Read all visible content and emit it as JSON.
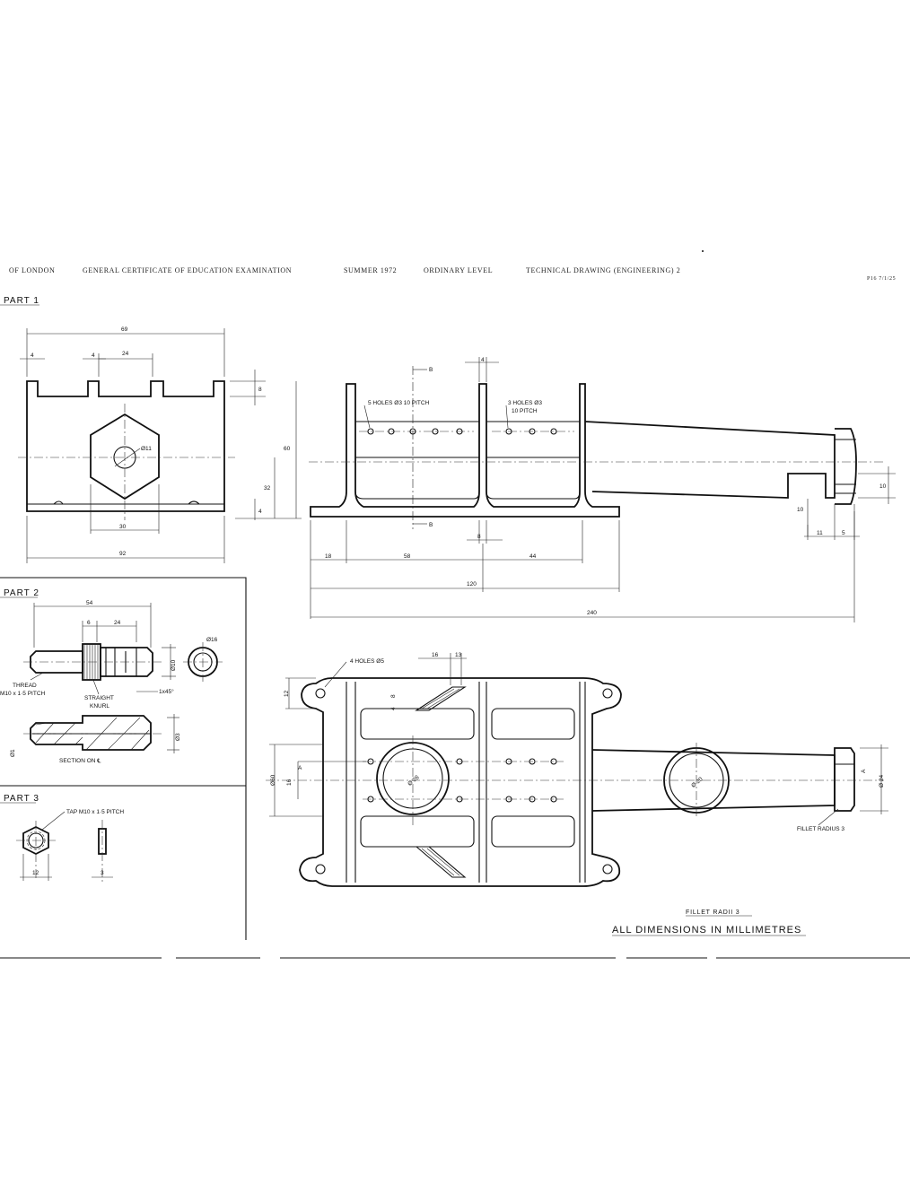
{
  "header": {
    "board": "OF LONDON",
    "exam": "GENERAL CERTIFICATE OF EDUCATION EXAMINATION",
    "session": "SUMMER 1972",
    "level": "ORDINARY LEVEL",
    "subject": "TECHNICAL DRAWING (ENGINEERING) 2",
    "code": "P16 7/1/25"
  },
  "part1": {
    "label": "PART 1",
    "dims": {
      "overall_top": "69",
      "slot_w1": "4",
      "slot_w2": "4",
      "slot_pitch": "24",
      "slot_depth": "8",
      "height": "60",
      "mid": "32",
      "base": "4",
      "hole": "Ø11",
      "hex": "30",
      "width": "92"
    }
  },
  "front": {
    "holes5": "5 HOLES Ø3  10 PITCH",
    "holes3": "3 HOLES  Ø3",
    "holes3_pitch": "10 PITCH",
    "section_mark": "B",
    "rib": "4",
    "rib_b": "8",
    "d18": "18",
    "d58": "58",
    "d44": "44",
    "d120": "120",
    "d240": "240",
    "d10a": "10",
    "d10b": "10",
    "d11": "11",
    "d5": "5"
  },
  "part2": {
    "label": "PART 2",
    "d54": "54",
    "d6": "6",
    "d24": "24",
    "d10": "Ø10",
    "d16": "Ø16",
    "thread": "THREAD",
    "thread_spec": "M10 x 1·5 PITCH",
    "knurl": "STRAIGHT",
    "knurl2": "KNURL",
    "chamfer": "1x45°",
    "d3": "Ø3",
    "d1": "Ø1",
    "section": "SECTION ON ℄"
  },
  "part3": {
    "label": "PART 3",
    "tap": "TAP M10 x 1·5 PITCH",
    "d12": "12",
    "d3": "3"
  },
  "plan": {
    "holes4": "4 HOLES  Ø5",
    "d16": "16",
    "d13": "13",
    "d12": "12",
    "d8": "8",
    "d4": "4",
    "d60": "Ø60",
    "d16b": "16",
    "dA": "A",
    "d26": "Ø 26",
    "d20": "Ø 20",
    "d24": "Ø 24",
    "fillet_right": "FILLET  RADIUS  3",
    "fillet_bottom": "FILLET  RADII  3"
  },
  "footer": {
    "note": "ALL  DIMENSIONS  IN MILLIMETRES"
  }
}
